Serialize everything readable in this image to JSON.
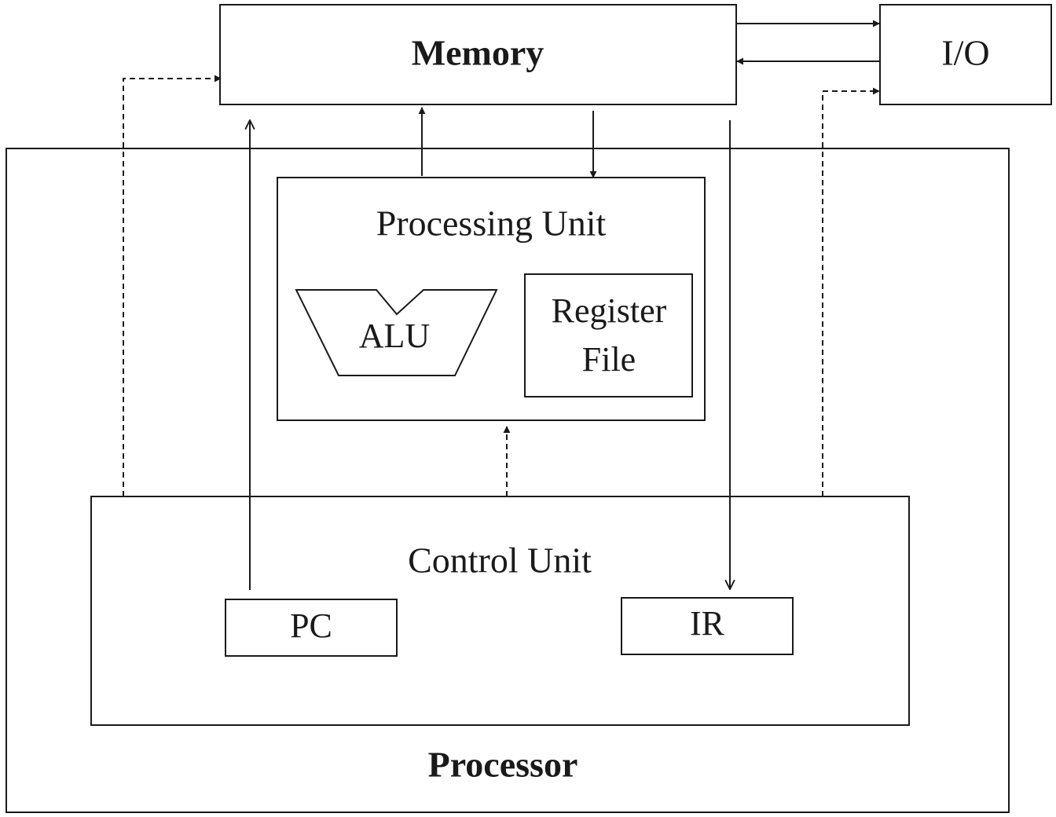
{
  "diagram": {
    "memory": "Memory",
    "io": "I/O",
    "processor": "Processor",
    "processing_unit": "Processing Unit",
    "alu": "ALU",
    "register_file": {
      "line1": "Register",
      "line2": "File"
    },
    "control_unit": "Control Unit",
    "pc": "PC",
    "ir": "IR"
  },
  "colors": {
    "stroke": "#1a1a1a",
    "background": "#ffffff"
  }
}
